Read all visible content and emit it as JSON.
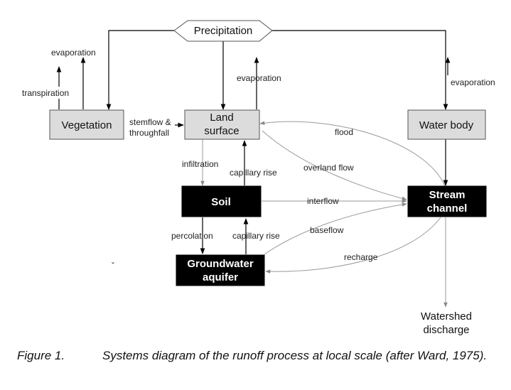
{
  "nodes": {
    "precipitation": "Precipitation",
    "vegetation": "Vegetation",
    "land_surface": [
      "Land",
      "surface"
    ],
    "water_body": "Water body",
    "soil": "Soil",
    "stream_channel": [
      "Stream",
      "channel"
    ],
    "groundwater_aquifer": [
      "Groundwater",
      "aquifer"
    ],
    "watershed_discharge": [
      "Watershed",
      "discharge"
    ]
  },
  "flows": {
    "evaporation_vegetation": "evaporation",
    "transpiration": "transpiration",
    "evaporation_land": "evaporation",
    "evaporation_water": "evaporation",
    "stemflow": [
      "stemflow &",
      "throughfall"
    ],
    "flood": "flood",
    "overland_flow": "overland flow",
    "infiltration": "infiltration",
    "capillary_rise_soil": "capillary rise",
    "interflow": "interflow",
    "percolation": "percolation",
    "capillary_rise_aquifer": "capillary rise",
    "baseflow": "baseflow",
    "recharge": "recharge"
  },
  "caption": {
    "label": "Figure 1.",
    "text": "Systems diagram of the runoff process at local scale (after Ward, 1975)."
  }
}
